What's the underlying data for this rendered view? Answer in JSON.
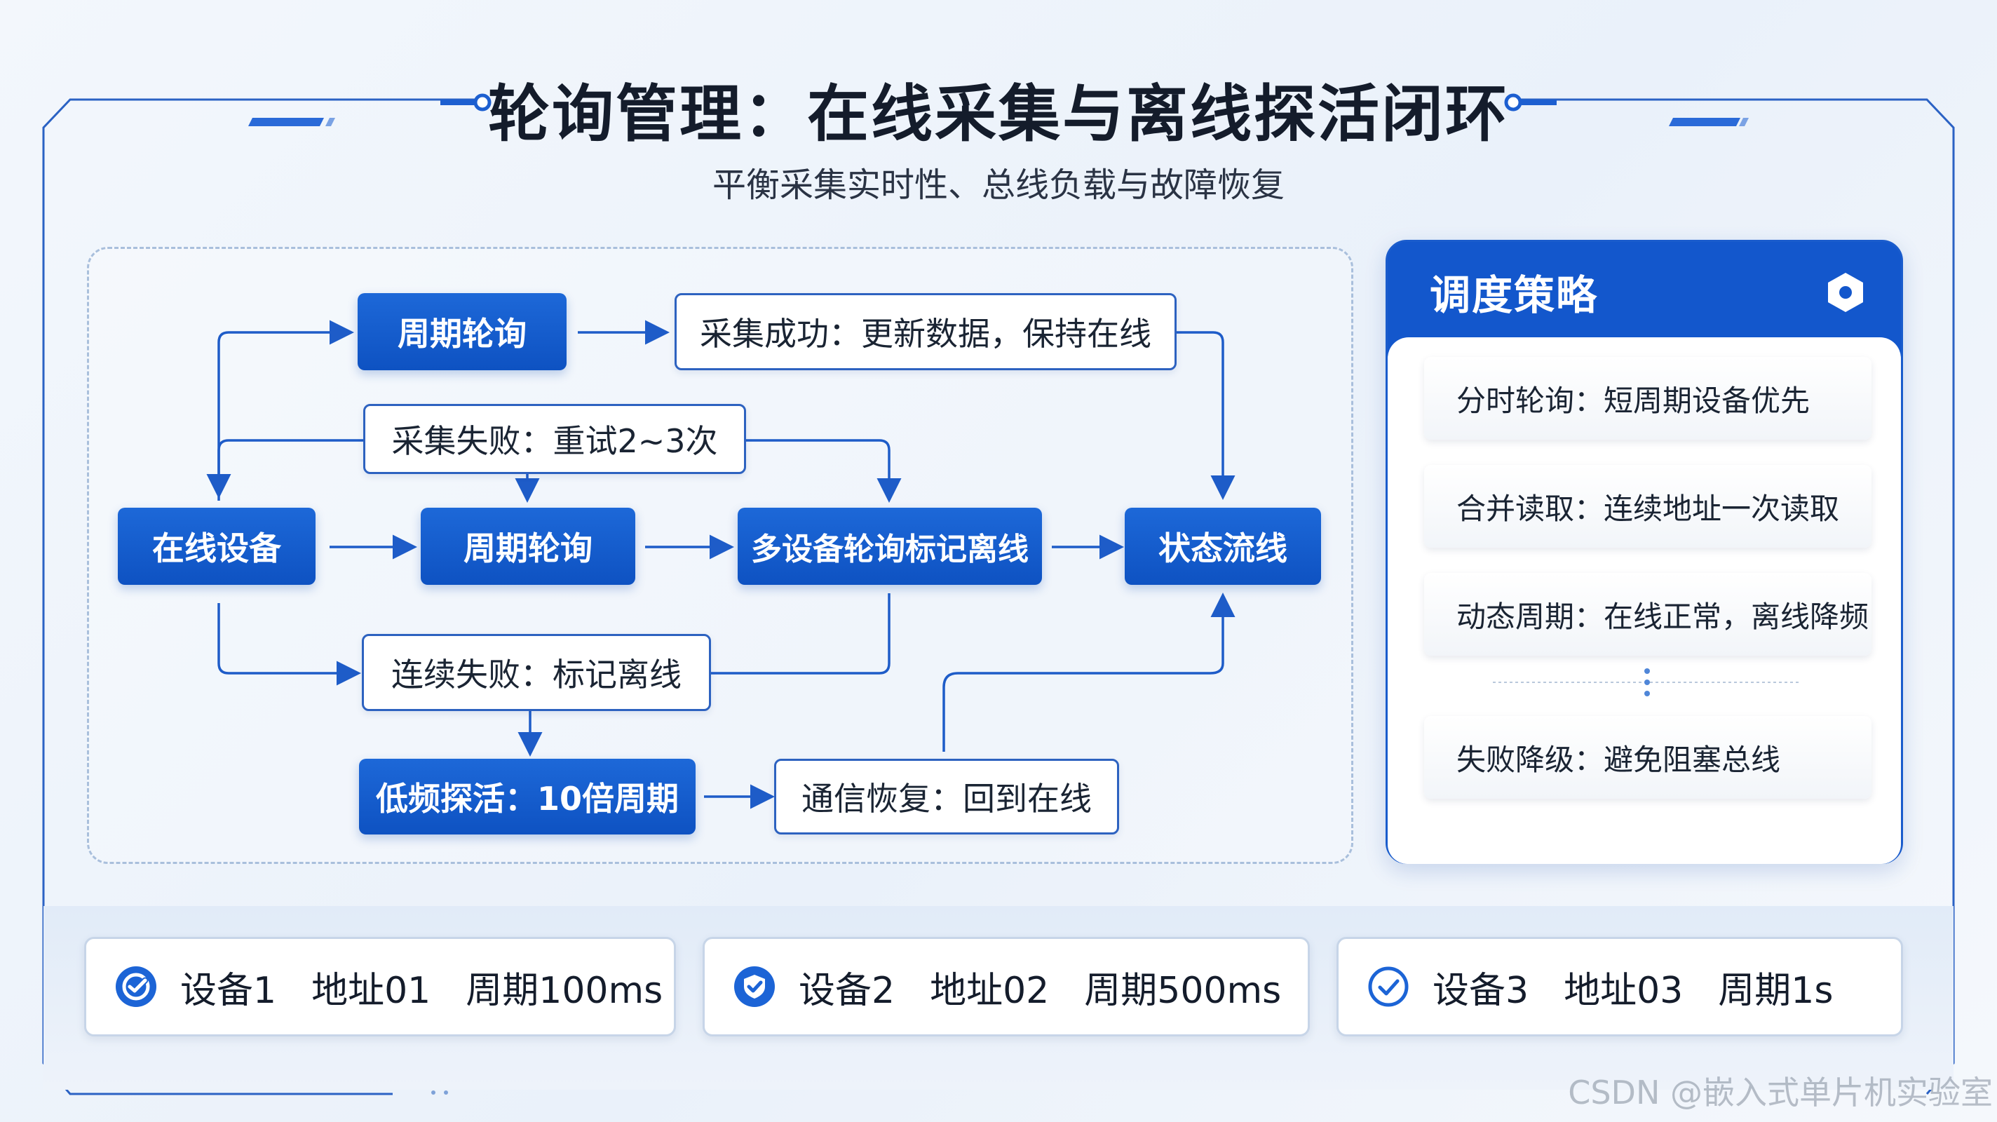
{
  "title": "轮询管理：在线采集与离线探活闭环",
  "subtitle": "平衡采集实时性、总线负载与故障恢复",
  "flow": {
    "poll_top": "周期轮询",
    "collect_ok": "采集成功：更新数据，保持在线",
    "collect_fail": "采集失败：重试2~3次",
    "online_device": "在线设备",
    "poll_mid": "周期轮询",
    "multi_device": "多设备轮询标记离线",
    "state_flow": "状态流线",
    "consecutive_fail": "连续失败：标记离线",
    "low_freq_probe": "低频探活：10倍周期",
    "comm_recover": "通信恢复：回到在线"
  },
  "strategy": {
    "title": "调度策略",
    "items": [
      "分时轮询：短周期设备优先",
      "合并读取：连续地址一次读取",
      "动态周期：在线正常，离线降频",
      "失败降级：避免阻塞总线"
    ]
  },
  "devices": [
    {
      "name": "设备1",
      "address": "地址01",
      "period": "周期100ms",
      "icon": "link-check-icon"
    },
    {
      "name": "设备2",
      "address": "地址02",
      "period": "周期500ms",
      "icon": "shield-check-icon"
    },
    {
      "name": "设备3",
      "address": "地址03",
      "period": "周期1s",
      "icon": "check-circle-icon"
    }
  ],
  "watermark": "CSDN @嵌入式单片机实验室",
  "colors": {
    "primary": "#1357cc",
    "accent": "#1d68d8",
    "arrow": "#1e5cc8",
    "title": "#141c2b"
  }
}
